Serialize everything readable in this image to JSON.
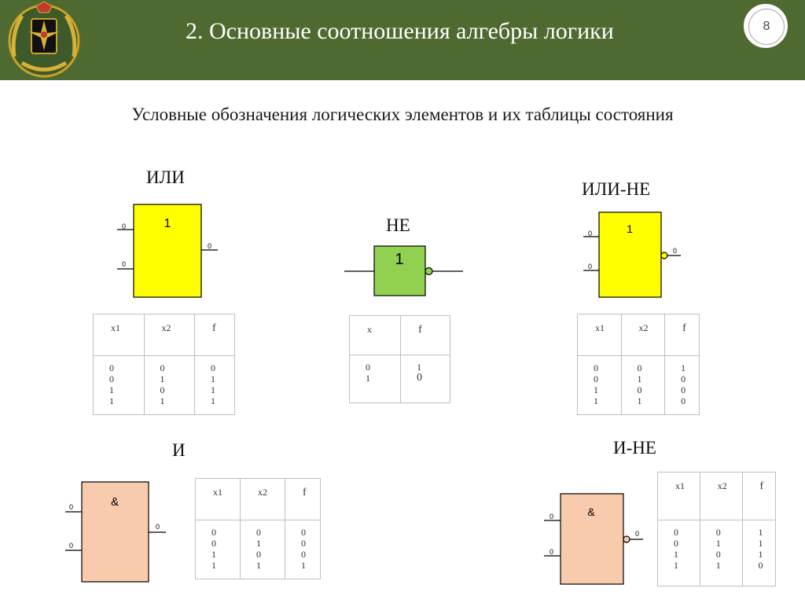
{
  "header": {
    "title": "2. Основные соотношения алгебры логики",
    "page_number": "8",
    "background_color": "#4f6a30",
    "emblem_icon": "military-aviation-emblem"
  },
  "subtitle": "Условные обозначения логических элементов и их таблицы состояния",
  "gates": {
    "or": {
      "label": "ИЛИ",
      "symbol": "1",
      "in1": "0",
      "in2": "0",
      "out": "0",
      "color": "#ffff00",
      "table": {
        "h1": "x1",
        "h2": "x2",
        "h3": "f",
        "c1": [
          "0",
          "0",
          "1",
          "1"
        ],
        "c2": [
          "0",
          "1",
          "0",
          "1"
        ],
        "c3": [
          "0",
          "1",
          "1",
          "1"
        ]
      }
    },
    "not": {
      "label": "НЕ",
      "symbol": "1",
      "color": "#92d050",
      "table": {
        "h1": "x",
        "h2": "f",
        "c1": [
          "0",
          "1"
        ],
        "c2": [
          "1",
          "0"
        ]
      }
    },
    "nor": {
      "label": "ИЛИ-НЕ",
      "symbol": "1",
      "in1": "0",
      "in2": "0",
      "out": "0",
      "color": "#ffff00",
      "table": {
        "h1": "x1",
        "h2": "x2",
        "h3": "f",
        "c1": [
          "0",
          "0",
          "1",
          "1"
        ],
        "c2": [
          "0",
          "1",
          "0",
          "1"
        ],
        "c3": [
          "1",
          "0",
          "0",
          "0"
        ]
      }
    },
    "and": {
      "label": "И",
      "symbol": "&",
      "in1": "0",
      "in2": "0",
      "out": "0",
      "color": "#f8cbad",
      "table": {
        "h1": "x1",
        "h2": "x2",
        "h3": "f",
        "c1": [
          "0",
          "0",
          "1",
          "1"
        ],
        "c2": [
          "0",
          "1",
          "0",
          "1"
        ],
        "c3": [
          "0",
          "0",
          "0",
          "1"
        ]
      }
    },
    "nand": {
      "label": "И-НЕ",
      "symbol": "&",
      "in1": "0",
      "in2": "0",
      "out": "0",
      "color": "#f8cbad",
      "table": {
        "h1": "x1",
        "h2": "x2",
        "h3": "f",
        "c1": [
          "0",
          "0",
          "1",
          "1"
        ],
        "c2": [
          "0",
          "1",
          "0",
          "1"
        ],
        "c3": [
          "1",
          "1",
          "1",
          "0"
        ]
      }
    }
  }
}
